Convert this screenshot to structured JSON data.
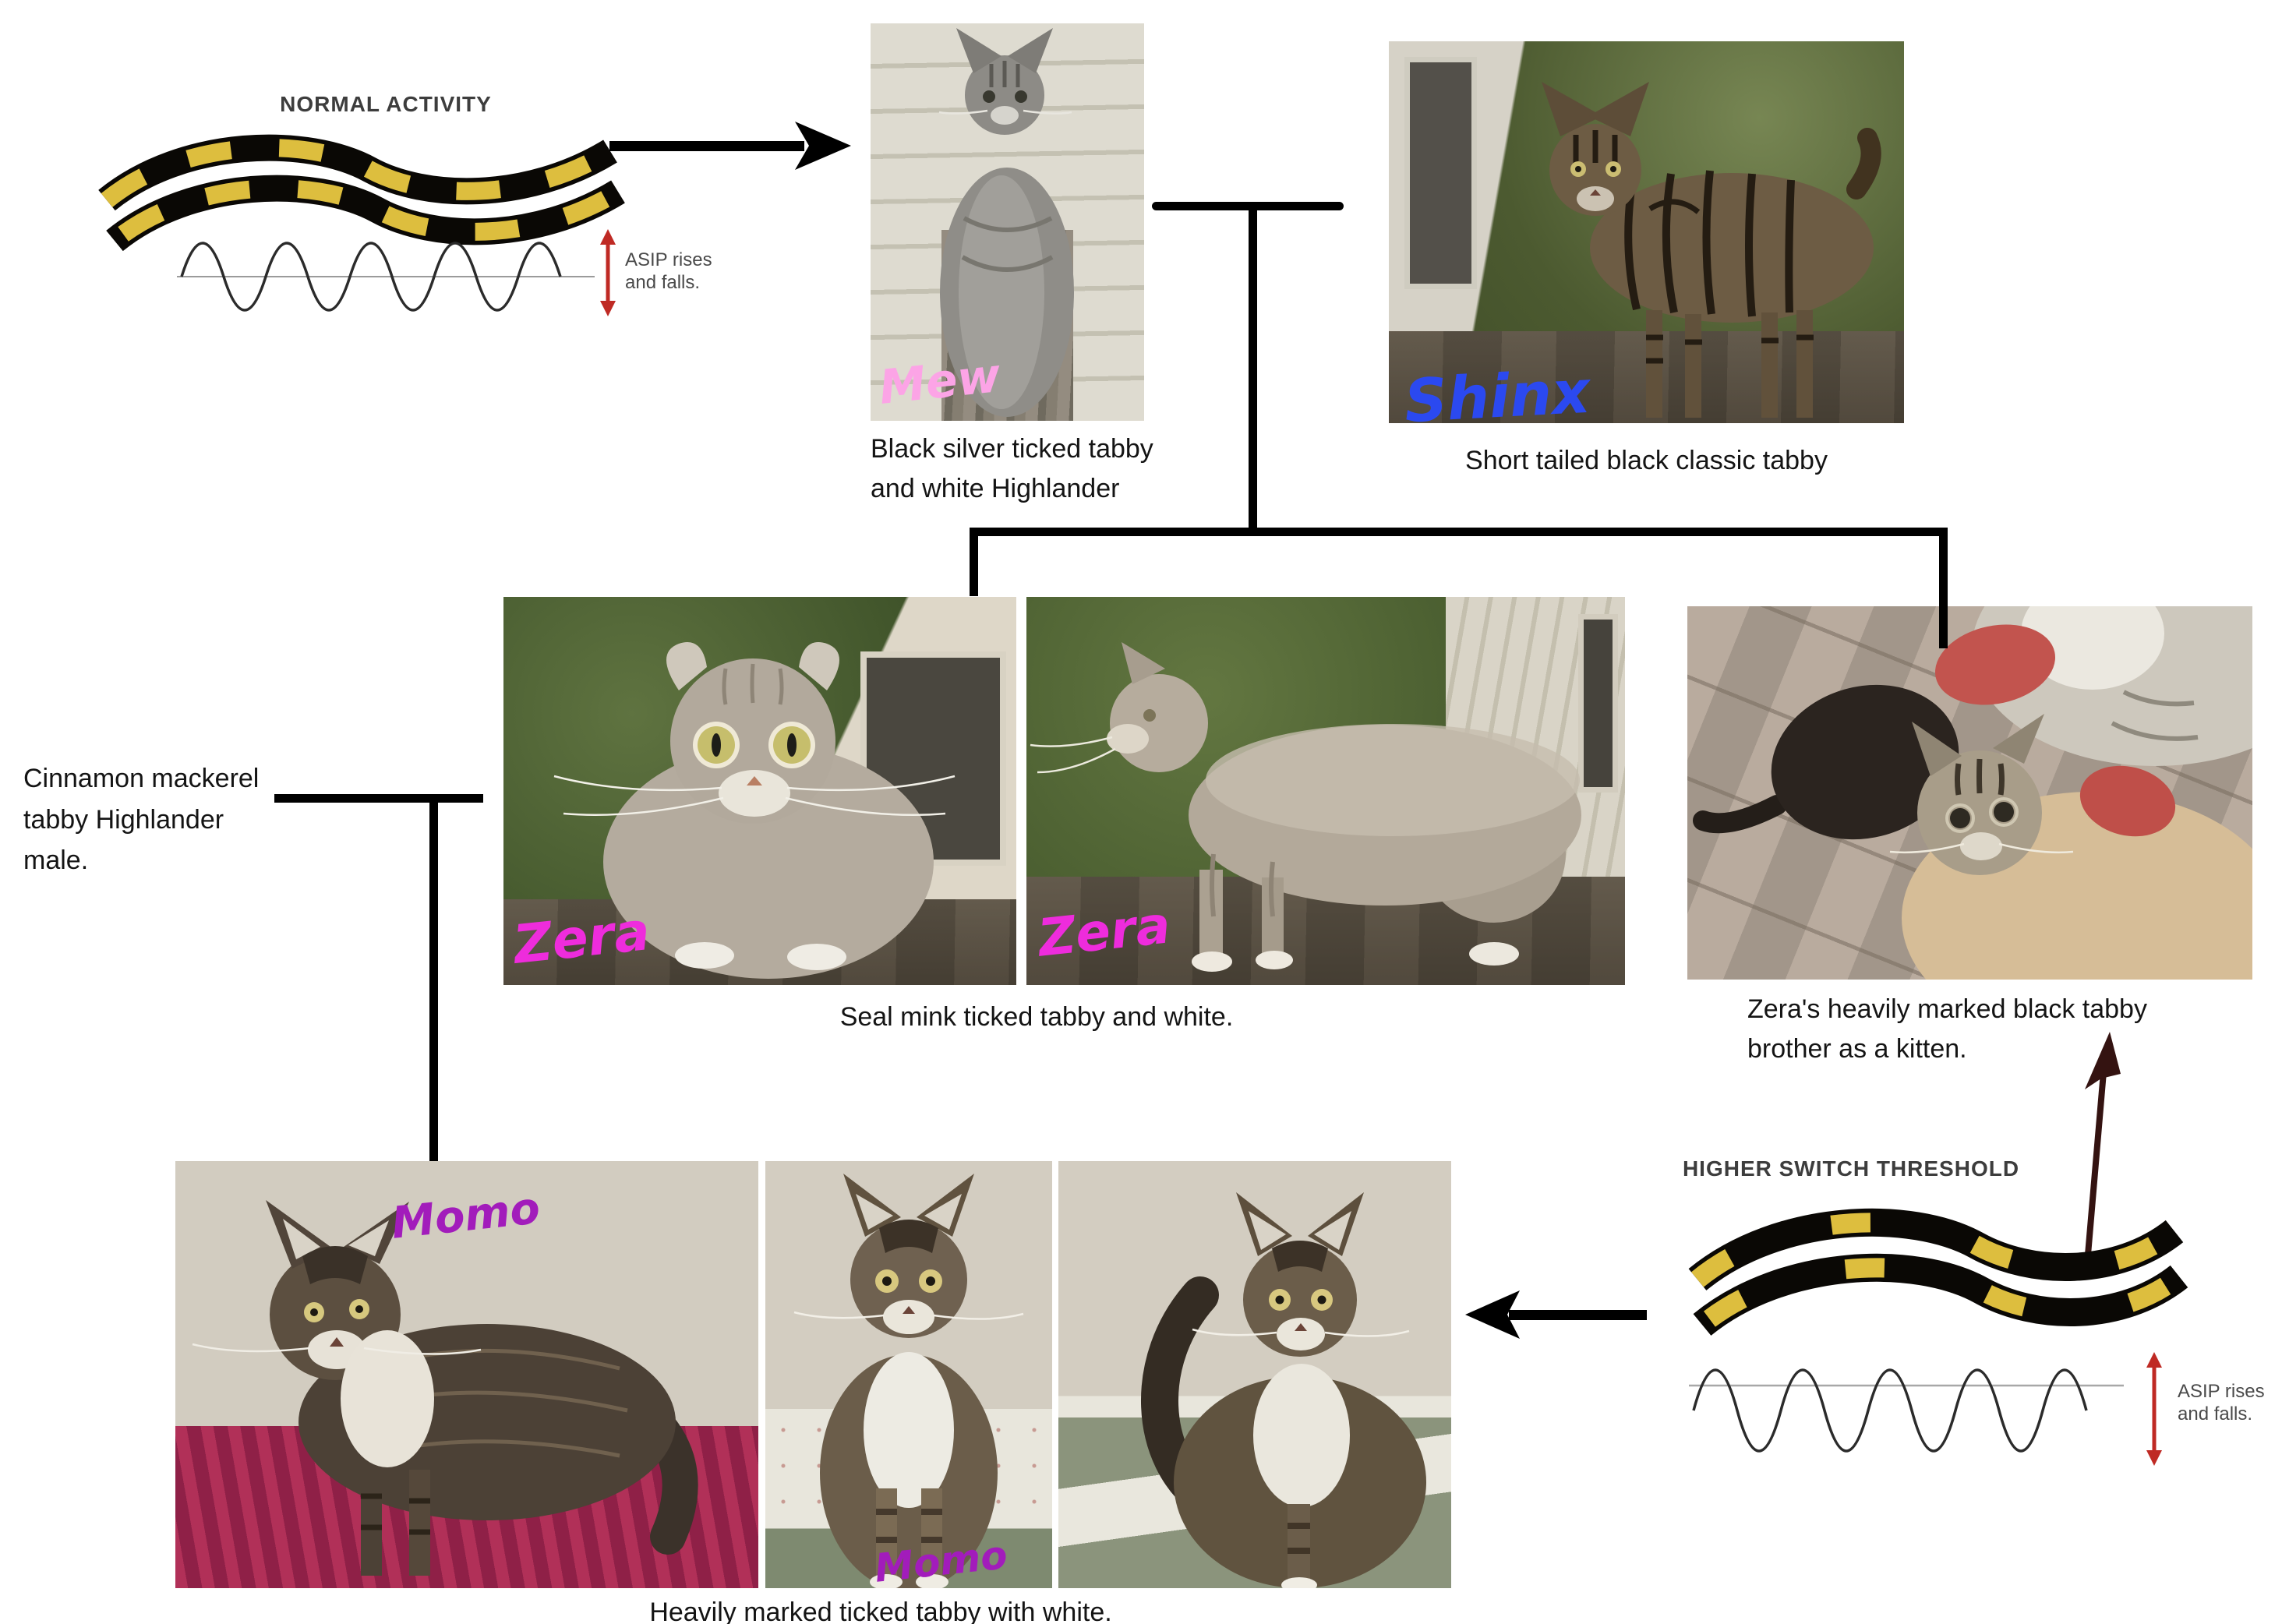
{
  "colors": {
    "background": "#ffffff",
    "pedigree_line": "#000000",
    "caption_text": "#141414",
    "diagram_title_text": "#3d3d3d",
    "asip_text": "#4a4a4a",
    "red_arrow": "#bf2a24",
    "dark_arrow": "#341311",
    "band_black": "#0a0805",
    "band_yellow": "#ddbe3e"
  },
  "diagram_normal": {
    "title": "NORMAL ACTIVITY",
    "asip_label": "ASIP rises and falls."
  },
  "diagram_higher": {
    "title": "HIGHER SWITCH THRESHOLD",
    "asip_label": "ASIP rises and falls."
  },
  "cats": {
    "mew": {
      "name": "Mew",
      "name_color": "#fca4e6",
      "caption": "Black silver ticked tabby and white Highlander"
    },
    "shinx": {
      "name": "Shinx",
      "name_color": "#2b49f0",
      "caption": "Short tailed black classic tabby"
    },
    "zera": {
      "name": "Zera",
      "name_color": "#ee2cdc",
      "caption": "Seal mink ticked tabby and white."
    },
    "zera_brother": {
      "caption": "Zera's heavily marked black tabby brother as a kitten."
    },
    "momo": {
      "name": "Momo",
      "name_color": "#a21cbb",
      "caption": "Heavily marked ticked tabby with white."
    },
    "sire": {
      "label": "Cinnamon mackerel tabby Highlander male."
    }
  }
}
